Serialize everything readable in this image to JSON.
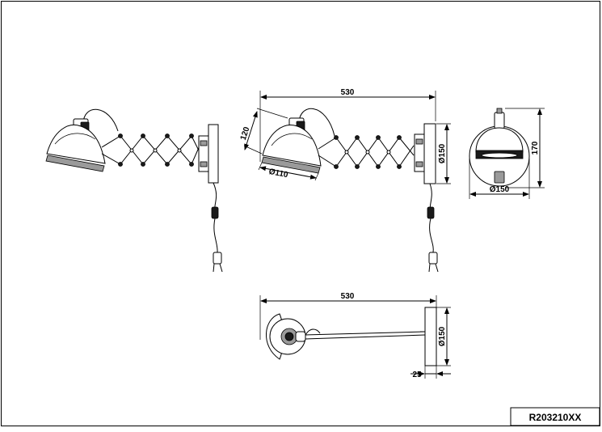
{
  "drawing": {
    "product_code": "R203210XX",
    "front_view": {
      "width": "530",
      "shade_height": "120",
      "shade_diameter": "Ø110",
      "plate_diameter": "Ø150"
    },
    "side_view": {
      "height": "170",
      "diameter": "Ø150"
    },
    "top_view": {
      "width": "530",
      "plate_diameter": "Ø150",
      "plate_depth": "25"
    }
  }
}
